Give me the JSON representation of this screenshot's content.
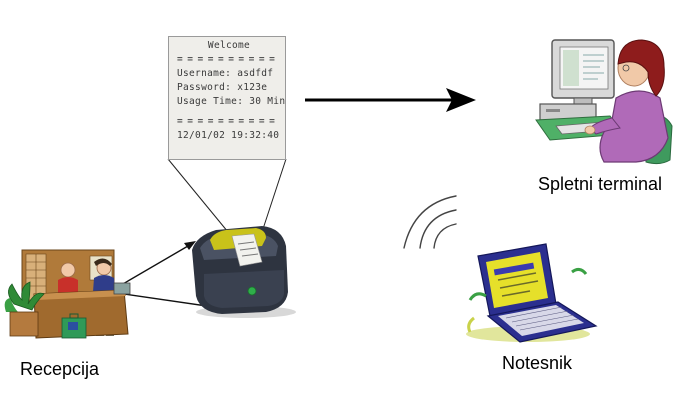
{
  "receipt": {
    "title": "Welcome",
    "separator": "= = = = = = = = = =",
    "username_line": "Username: asdfdf",
    "password_line": "Password: x123e",
    "usage_line": "Usage Time: 30 Min.",
    "timestamp_line": "12/01/02 19:32:40"
  },
  "labels": {
    "terminal": "Spletni terminal",
    "reception": "Recepcija",
    "notebook": "Notesnik"
  },
  "icons": {
    "printer": "receipt-printer-icon",
    "terminal": "woman-at-computer-icon",
    "reception": "reception-desk-icon",
    "notebook": "laptop-icon",
    "wireless": "wireless-signal-icon"
  },
  "colors": {
    "arrow": "#000000",
    "printer_body": "#2e3440",
    "printer_accent": "#c9c21a",
    "laptop_body": "#2b2f8f",
    "laptop_screen": "#e6e02a"
  }
}
